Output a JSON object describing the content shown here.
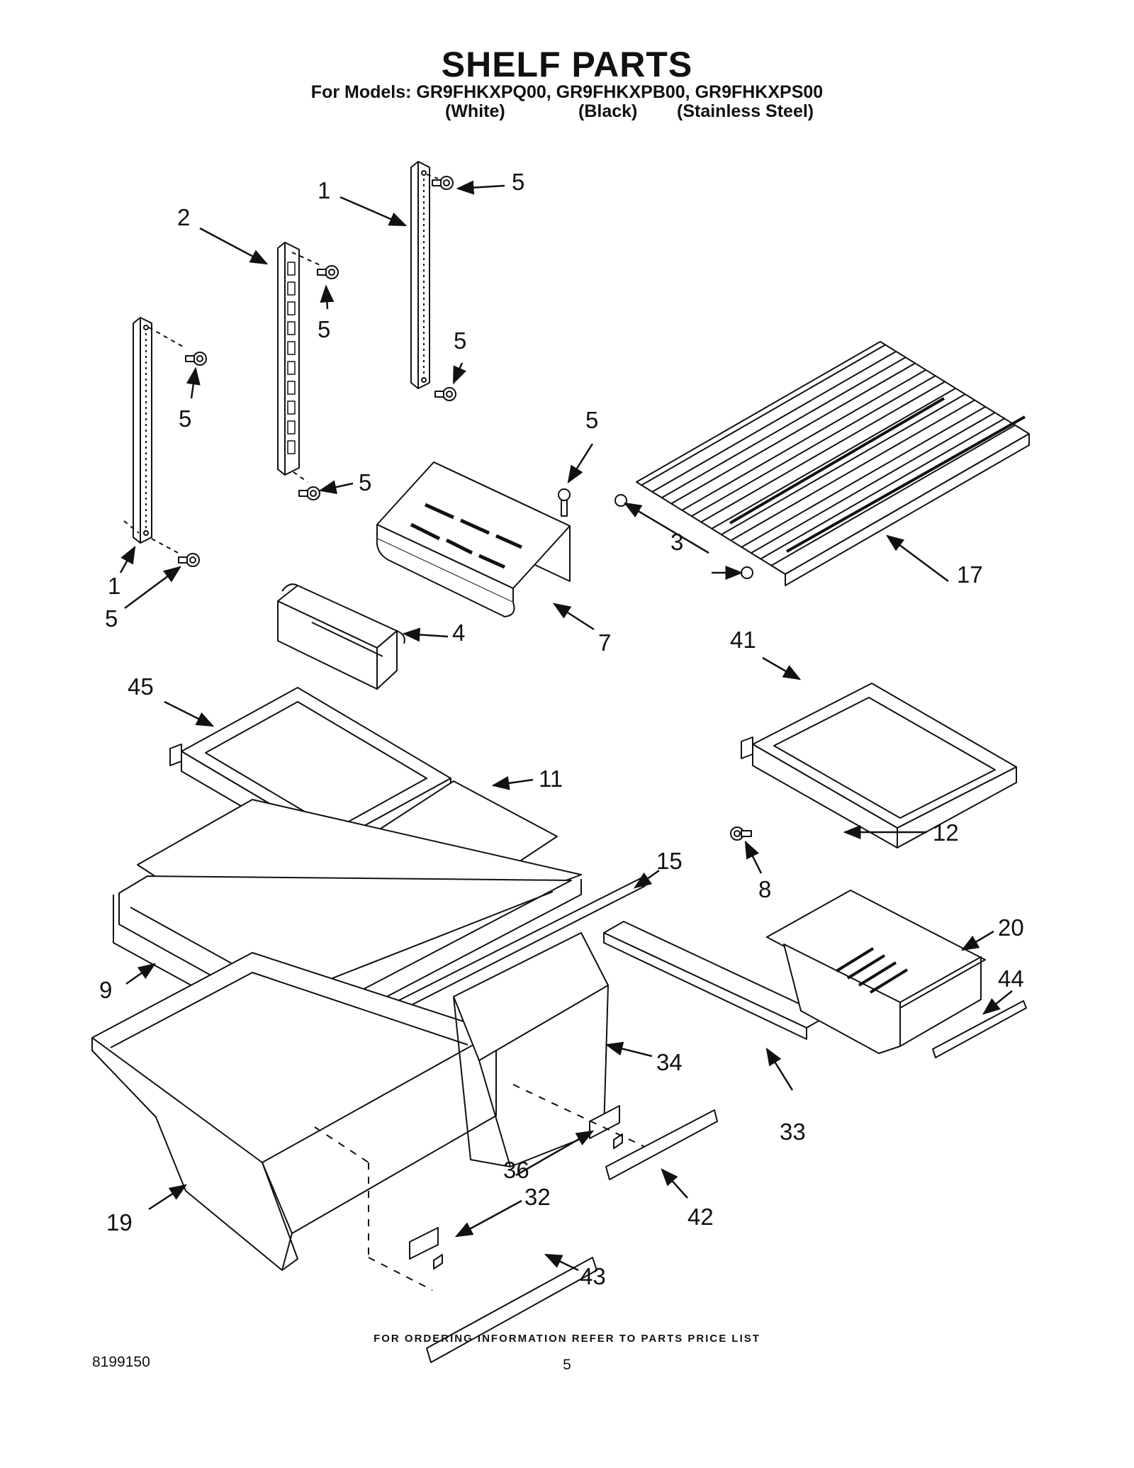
{
  "header": {
    "title": "SHELF PARTS",
    "models_line": "For Models: GR9FHKXPQ00, GR9FHKXPB00, GR9FHKXPS00",
    "variants": [
      "(White)",
      "(Black)",
      "(Stainless Steel)"
    ]
  },
  "callouts": {
    "c1a": "1",
    "c2": "2",
    "c5a": "5",
    "c5b": "5",
    "c5c": "5",
    "c5d": "5",
    "c5e": "5",
    "c5f": "5",
    "c1b": "1",
    "c5g": "5",
    "c3": "3",
    "c17": "17",
    "c4": "4",
    "c7": "7",
    "c41": "41",
    "c45": "45",
    "c11": "11",
    "c12": "12",
    "c8": "8",
    "c15": "15",
    "c20": "20",
    "c44": "44",
    "c9": "9",
    "c34": "34",
    "c33": "33",
    "c36": "36",
    "c32": "32",
    "c42": "42",
    "c19": "19",
    "c43": "43"
  },
  "footer": {
    "note": "FOR ORDERING INFORMATION REFER TO PARTS PRICE LIST",
    "doc_number": "8199150",
    "page": "5"
  }
}
